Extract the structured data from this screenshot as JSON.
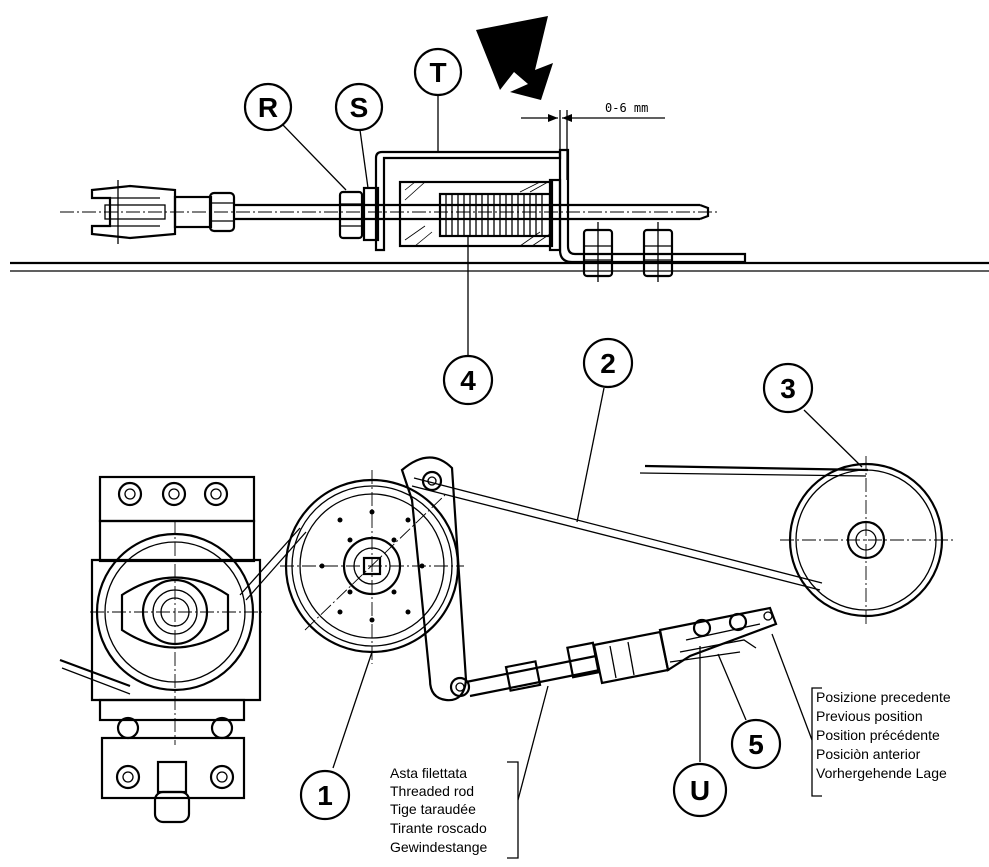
{
  "callouts": {
    "r": "R",
    "s": "S",
    "t": "T",
    "u": "U",
    "n1": "1",
    "n2": "2",
    "n3": "3",
    "n4": "4",
    "n5": "5"
  },
  "dimension": "0-6 mm",
  "threaded_rod_labels": [
    "Asta filettata",
    "Threaded rod",
    "Tige taraudée",
    "Tirante roscado",
    "Gewindestange"
  ],
  "previous_position_labels": [
    "Posizione precedente",
    "Previous position",
    "Position précédente",
    "Posiciòn anterior",
    "Vorhergehende Lage"
  ]
}
